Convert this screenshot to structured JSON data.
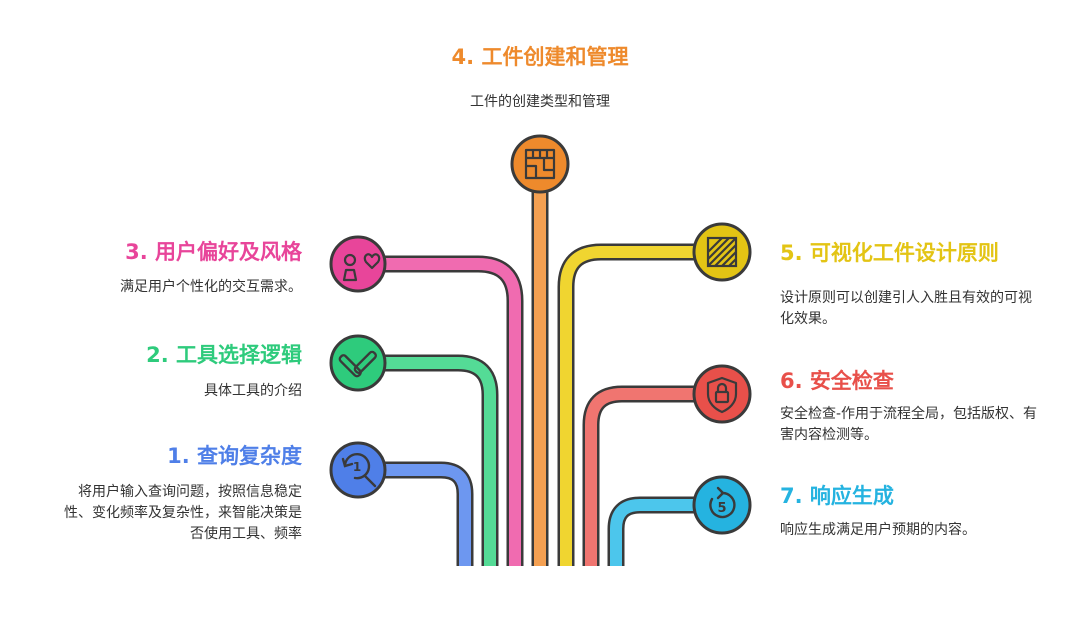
{
  "items": [
    {
      "title": "1. 查询复杂度",
      "desc": "将用户输入查询问题，按照信息稳定性、变化频率及复杂性，来智能决策是否使用工具、频率",
      "color": "#4f7fe8",
      "light": "#6d97f0",
      "icon": "magnifier-clock-icon",
      "badge": "1"
    },
    {
      "title": "2. 工具选择逻辑",
      "desc": "具体工具的介绍",
      "color": "#2ecb7c",
      "light": "#54db96",
      "icon": "tools-icon"
    },
    {
      "title": "3. 用户偏好及风格",
      "desc": "满足用户个性化的交互需求。",
      "color": "#e8459a",
      "light": "#f06bb0",
      "icon": "person-heart-icon"
    },
    {
      "title": "4. 工件创建和管理",
      "desc": "工件的创建类型和管理",
      "color": "#ee8a2c",
      "light": "#f4a052",
      "icon": "blueprint-icon"
    },
    {
      "title": "5. 可视化工件设计原则",
      "desc": "设计原则可以创建引人入胜且有效的可视化效果。",
      "color": "#e3c414",
      "light": "#f0d530",
      "icon": "hatched-square-icon"
    },
    {
      "title": "6. 安全检查",
      "desc": "安全检查-作用于流程全局，包括版权、有害内容检测等。",
      "color": "#e8504a",
      "light": "#f07570",
      "icon": "lock-shield-icon"
    },
    {
      "title": "7. 响应生成",
      "desc": "响应生成满足用户预期的内容。",
      "color": "#25b3e0",
      "light": "#4cc6ec",
      "icon": "refresh-number-icon",
      "badge": "5"
    }
  ]
}
